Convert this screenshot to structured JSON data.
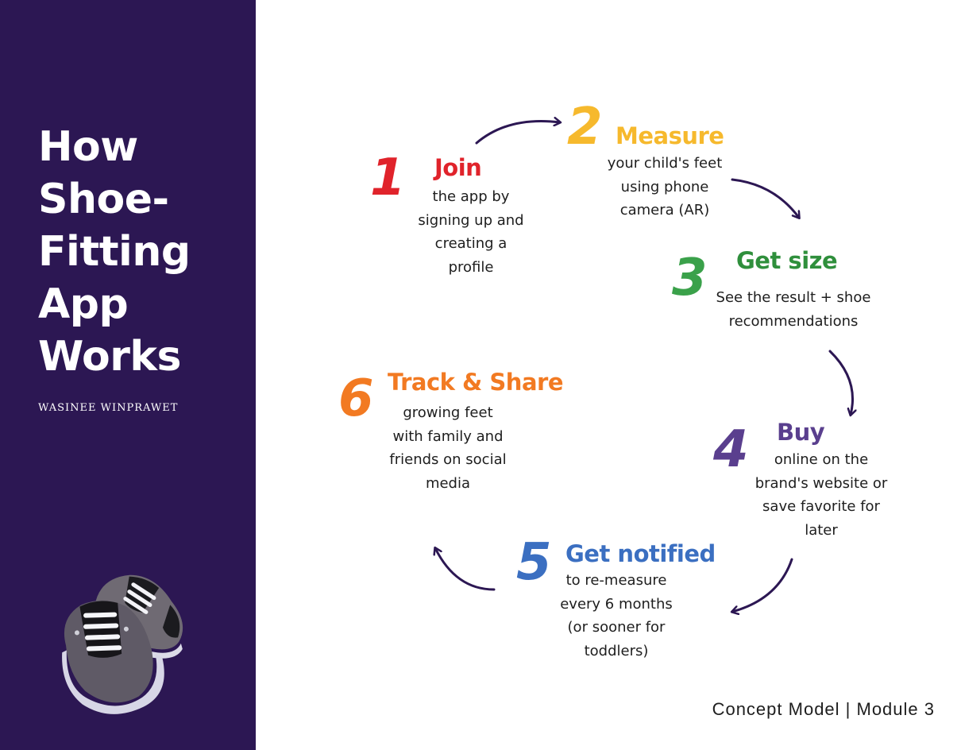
{
  "sidebar": {
    "title_lines": [
      "How",
      "Shoe-",
      "Fitting",
      "App",
      "Works"
    ],
    "author": "WASINEE WINPRAWET",
    "image_icon": "baby-sneakers-image"
  },
  "steps": [
    {
      "number": "1",
      "title": "Join",
      "color": "#e0232b",
      "lines": [
        "the app by",
        "signing up and",
        "creating a",
        "profile"
      ]
    },
    {
      "number": "2",
      "title": "Measure",
      "color": "#f6b92d",
      "lines": [
        "your child's feet",
        "using phone",
        "camera (AR)"
      ]
    },
    {
      "number": "3",
      "title": "Get size",
      "color": "#2f8f3c",
      "lines": [
        "See the result + shoe",
        "recommendations"
      ]
    },
    {
      "number": "4",
      "title": "Buy",
      "color": "#5a3f8e",
      "lines": [
        "online on the",
        "brand's website or",
        "save favorite for",
        "later"
      ]
    },
    {
      "number": "5",
      "title": "Get notified",
      "color": "#3b6fc1",
      "lines": [
        "to re-measure",
        "every 6 months",
        "(or sooner for",
        "toddlers)"
      ]
    },
    {
      "number": "6",
      "title": "Track & Share",
      "color": "#f27a22",
      "lines": [
        "growing feet",
        "with family and",
        "friends on social",
        "media"
      ]
    }
  ],
  "footer": "Concept Model | Module 3",
  "colors": {
    "sidebar_bg": "#2c1753",
    "arrow": "#2c1753"
  }
}
